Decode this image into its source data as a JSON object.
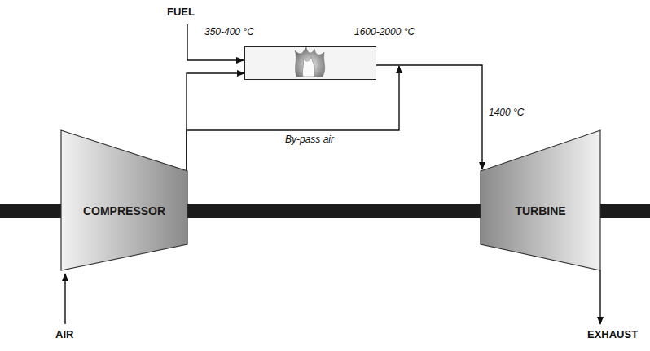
{
  "diagram": {
    "nodes": [
      {
        "text": [
          "COMPRESSOR"
        ]
      },
      {
        "text": [
          "350-400 °C",
          "1600-2000 °C"
        ]
      },
      {
        "text": [
          "TURBINE"
        ]
      }
    ],
    "edges": [
      {
        "from": 0,
        "to": 1,
        "arrow": "to"
      },
      {
        "from": 0,
        "to": 2,
        "label": "By-pass air",
        "arrow": "to"
      },
      {
        "from": 1,
        "to": 2,
        "arrow": "to"
      }
    ],
    "labels": [
      "FUEL",
      "1400 °C",
      "AIR",
      "EXHAUST"
    ]
  }
}
